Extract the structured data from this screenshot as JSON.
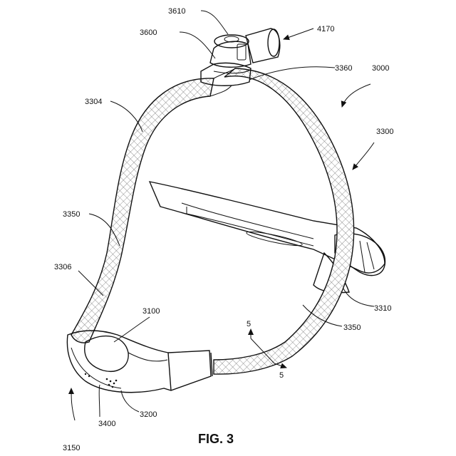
{
  "caption": "FIG. 3",
  "labels": {
    "l3610": "3610",
    "l4170": "4170",
    "l3600": "3600",
    "l3360": "3360",
    "l3000": "3000",
    "l3304": "3304",
    "l3300": "3300",
    "l3350a": "3350",
    "l3306": "3306",
    "l3100": "3100",
    "l3310": "3310",
    "l5a": "5",
    "l3350b": "3350",
    "l5b": "5",
    "l3400": "3400",
    "l3200": "3200",
    "l3150": "3150"
  }
}
